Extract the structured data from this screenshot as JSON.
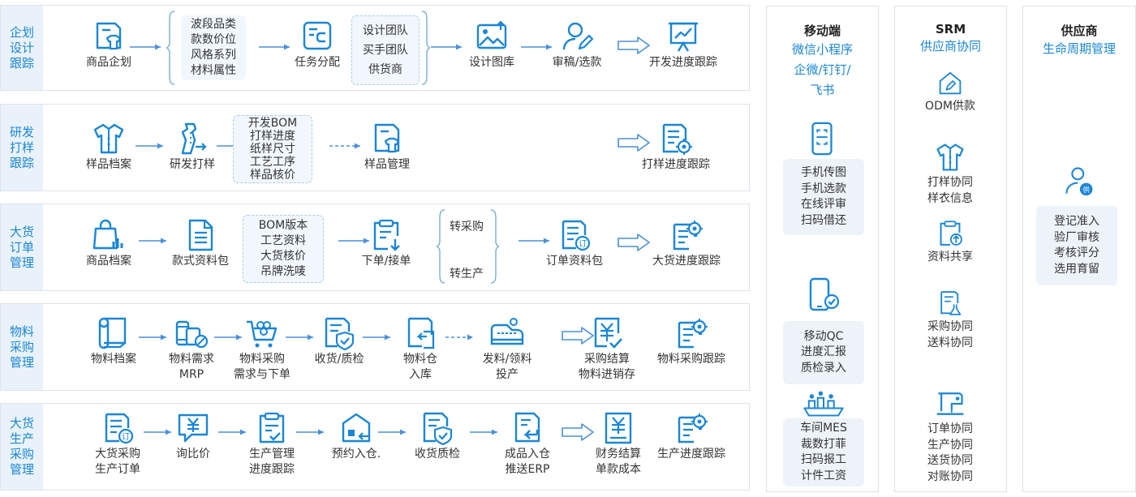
{
  "colors": {
    "accent": "#1a86d6",
    "label_bg": "#e9f2fb",
    "box_bg": "#edf3f9",
    "border": "#dde3ea"
  },
  "rows": [
    {
      "label": "企划\n设计\n跟踪",
      "nodes": [
        {
          "label": "商品企划",
          "icon": "shirt-tag-icon"
        },
        {
          "label": "任务分配",
          "icon": "task-assign-icon"
        },
        {
          "label": "设计图库",
          "icon": "image-gallery-icon"
        },
        {
          "label": "审稿/选款",
          "icon": "user-edit-icon"
        },
        {
          "label": "开发进度跟踪",
          "icon": "presentation-chart-icon"
        }
      ],
      "boxes": [
        {
          "text": "波段品类\n款数价位\n风格系列\n材料属性"
        },
        {
          "text": "设计团队\n\n买手团队\n\n供货商"
        }
      ]
    },
    {
      "label": "研发\n打样\n跟踪",
      "nodes": [
        {
          "label": "样品档案",
          "icon": "shirt-icon"
        },
        {
          "label": "研发打样",
          "icon": "pattern-icon"
        },
        {
          "label": "样品管理",
          "icon": "shirt-doc-icon"
        },
        {
          "label": "打样进度跟踪",
          "icon": "doc-target-icon"
        }
      ],
      "boxes": [
        {
          "text": "开发BOM\n打样进度\n纸样尺寸\n工艺工序\n样品核价"
        }
      ]
    },
    {
      "label": "大货\n订单\n管理",
      "nodes": [
        {
          "label": "商品档案",
          "icon": "bag-chart-icon"
        },
        {
          "label": "款式资料包",
          "icon": "document-icon"
        },
        {
          "label": "下单/接单",
          "icon": "clipboard-down-icon"
        },
        {
          "label": "订单资料包",
          "icon": "order-doc-icon"
        },
        {
          "label": "大货进度跟踪",
          "icon": "doc-target-icon"
        }
      ],
      "boxes": [
        {
          "text": "BOM版本\n工艺资料\n大货核价\n吊牌洗唛"
        }
      ],
      "branch": [
        "转采购",
        "转生产"
      ]
    },
    {
      "label": "物料\n采购\n管理",
      "nodes": [
        {
          "label": "物料档案",
          "icon": "fabric-roll-icon"
        },
        {
          "label": "物料需求\nMRP",
          "icon": "thread-spool-icon"
        },
        {
          "label": "物料采购\n需求与下单",
          "icon": "cart-icon"
        },
        {
          "label": "收货/质检",
          "icon": "quality-check-icon"
        },
        {
          "label": "物料仓\n入库",
          "icon": "warehouse-in-icon"
        },
        {
          "label": "发料/领料\n投产",
          "icon": "shoe-material-icon"
        },
        {
          "label": "采购结算\n物料进销存",
          "icon": "yuan-check-icon"
        },
        {
          "label": "物料采购跟踪",
          "icon": "doc-target-icon"
        }
      ]
    },
    {
      "label": "大货\n生产\n采购\n管理",
      "nodes": [
        {
          "label": "大货采购\n生产订单",
          "icon": "order-doc-icon"
        },
        {
          "label": "询比价",
          "icon": "yuan-chat-icon"
        },
        {
          "label": "生产管理\n进度跟踪",
          "icon": "clipboard-check-icon"
        },
        {
          "label": "预约入仓.",
          "icon": "warehouse-icon"
        },
        {
          "label": "收货质检",
          "icon": "quality-check-icon"
        },
        {
          "label": "成品入仓\n推送ERP",
          "icon": "doc-return-icon"
        },
        {
          "label": "财务结算\n单款成本",
          "icon": "yuan-doc-icon"
        },
        {
          "label": "生产进度跟踪",
          "icon": "doc-target-icon"
        }
      ]
    }
  ],
  "mobile": {
    "title": "移动端",
    "subtitle": "微信小程序\n企微/钉钉/\n飞书",
    "boxes": [
      {
        "text": "手机传图\n手机选款\n在线评审\n扫码借还",
        "icon": "phone-scan-icon"
      },
      {
        "text": "移动QC\n进度汇报\n质检录入",
        "icon": "phone-check-icon"
      },
      {
        "text": "车间MES\n裁数打菲\n扫码报工\n计件工资",
        "icon": "sewing-workshop-icon"
      }
    ]
  },
  "srm": {
    "title": "SRM",
    "subtitle": "供应商协同",
    "items": [
      {
        "label": "ODM供款",
        "icon": "house-edit-icon"
      },
      {
        "label": "打样协同\n样衣信息",
        "icon": "shirt-icon"
      },
      {
        "label": "资料共享",
        "icon": "clipboard-upload-icon"
      },
      {
        "label": "采购协同\n送料协同",
        "icon": "doc-flask-icon"
      },
      {
        "label": "订单协同\n生产协同\n送货协同\n对账协同",
        "icon": "sewing-machine-icon"
      }
    ]
  },
  "supplier": {
    "title": "供应商",
    "subtitle": "生命周期管理",
    "icon": "supplier-user-icon",
    "icon_text": "供",
    "box": "登记准入\n验厂审核\n考核评分\n选用育留"
  }
}
